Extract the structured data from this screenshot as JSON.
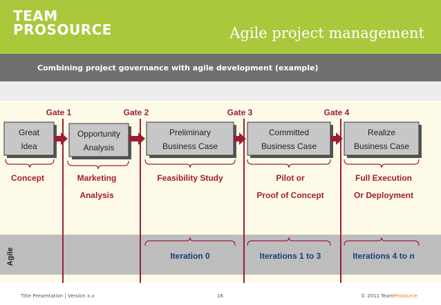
{
  "header": {
    "logo_line1": "TEAM",
    "logo_line2": "PROSOURCE",
    "title": "Agile project management",
    "subtitle": "Combining project governance with agile development (example)"
  },
  "diagram": {
    "gates": [
      "Gate 1",
      "Gate 2",
      "Gate 3",
      "Gate 4"
    ],
    "boxes": [
      {
        "line1": "Great",
        "line2": "Idea"
      },
      {
        "line1": "Opportunity",
        "line2": "Analysis"
      },
      {
        "line1": "Preliminary",
        "line2": "Business Case"
      },
      {
        "line1": "Committed",
        "line2": "Business Case"
      },
      {
        "line1": "Realize",
        "line2": "Business Case"
      }
    ],
    "phases": [
      {
        "line1": "Concept",
        "line2": ""
      },
      {
        "line1": "Marketing",
        "line2": "Analysis"
      },
      {
        "line1": "Feasibility Study",
        "line2": ""
      },
      {
        "line1": "Pilot or",
        "line2": "Proof of Concept"
      },
      {
        "line1": "Full Execution",
        "line2": "Or Deployment"
      }
    ],
    "agile_label": "Agile",
    "iterations": [
      {
        "text": "Iteration 0",
        "italic": ""
      },
      {
        "text": "Iterations 1 to 3",
        "italic": ""
      },
      {
        "text": "Iterations 4 to ",
        "italic": "n"
      }
    ],
    "colors": {
      "gate": "#9b1c35",
      "phase_text": "#a01c30",
      "box_fill": "#c7c7c7",
      "header_bg": "#aac83c"
    }
  },
  "footer": {
    "left": "Title Presentation | Version x.x",
    "page": "16",
    "copyright": "© 2011 Team",
    "brand": "Prosource"
  }
}
